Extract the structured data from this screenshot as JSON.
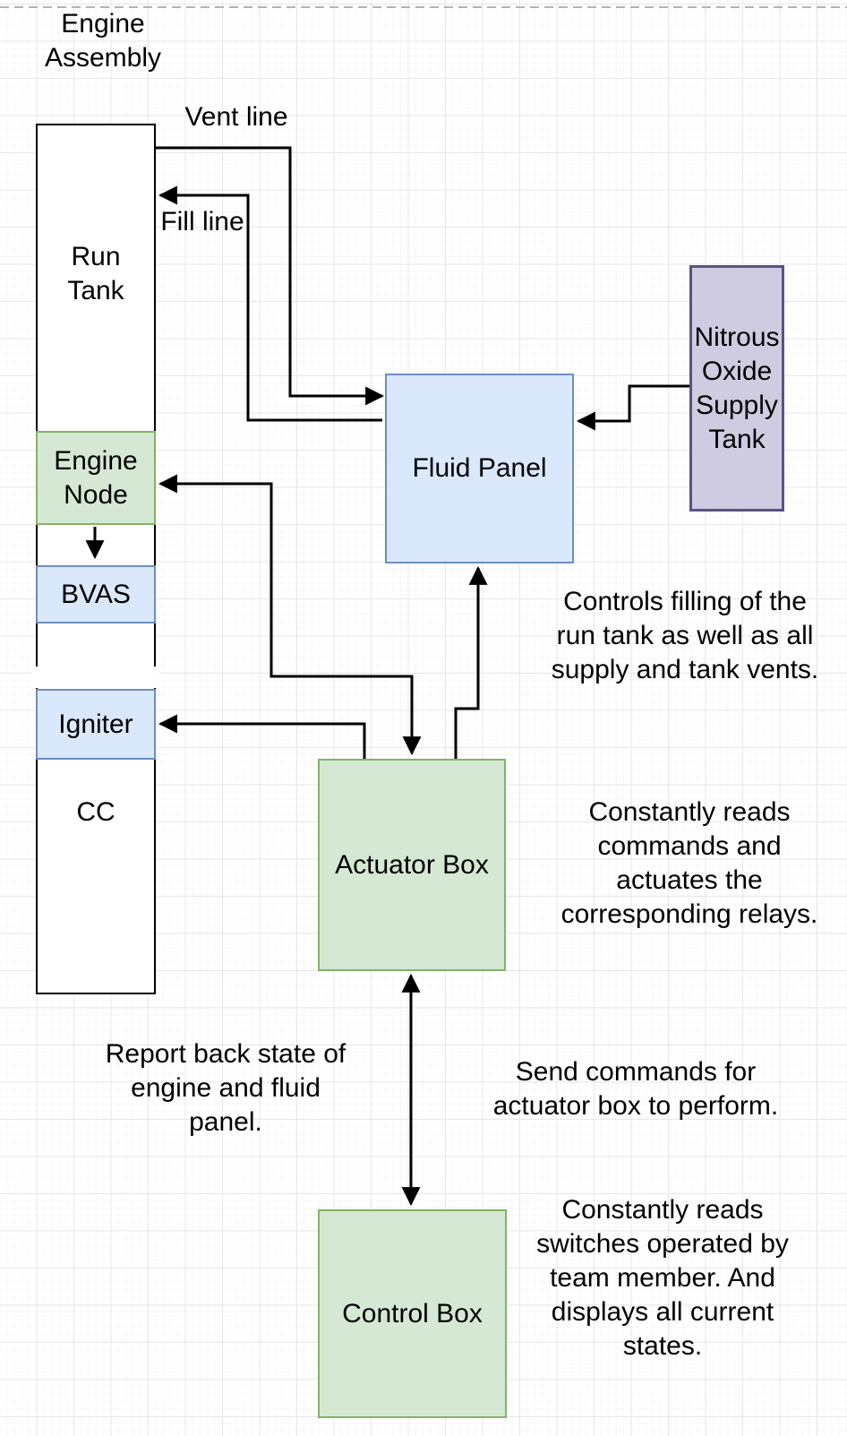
{
  "labels": {
    "diagram_title_lines": [
      "Engine",
      "Assembly"
    ],
    "vent_line": "Vent line",
    "fill_line": "Fill line"
  },
  "nodes": {
    "run_tank": {
      "label_lines": [
        "Run",
        "Tank"
      ]
    },
    "cc": {
      "label": "CC"
    },
    "engine_node": {
      "label_lines": [
        "Engine",
        "Node"
      ]
    },
    "bvas": {
      "label": "BVAS"
    },
    "igniter": {
      "label": "Igniter"
    },
    "fluid_panel": {
      "label": "Fluid Panel"
    },
    "nitrous_tank": {
      "label_lines": [
        "Nitrous",
        "Oxide",
        "Supply",
        "Tank"
      ]
    },
    "actuator_box": {
      "label": "Actuator Box"
    },
    "control_box": {
      "label": "Control Box"
    }
  },
  "annotations": {
    "fluid_panel_note_lines": [
      "Controls filling of the",
      "run tank as well as all",
      "supply and tank vents."
    ],
    "actuator_note_lines": [
      "Constantly reads",
      "commands and",
      "actuates the",
      "corresponding relays."
    ],
    "report_note_lines": [
      "Report back state of",
      "engine and fluid",
      "panel."
    ],
    "send_note_lines": [
      "Send commands for",
      "actuator box to perform."
    ],
    "control_note_lines": [
      "Constantly reads",
      "switches operated by",
      "team member. And",
      "displays all current",
      "states."
    ]
  },
  "colors": {
    "green_fill": "#d5e8d4",
    "green_stroke": "#82b366",
    "blue_fill": "#dae8fc",
    "blue_stroke": "#6c8ebf",
    "purple_fill": "#cfcbe0",
    "purple_stroke": "#5a5380",
    "connector": "#000000",
    "grid_major": "#e7e7ea",
    "grid_minor": "#f8f8f8",
    "page_dash": "#b3b3b3"
  }
}
